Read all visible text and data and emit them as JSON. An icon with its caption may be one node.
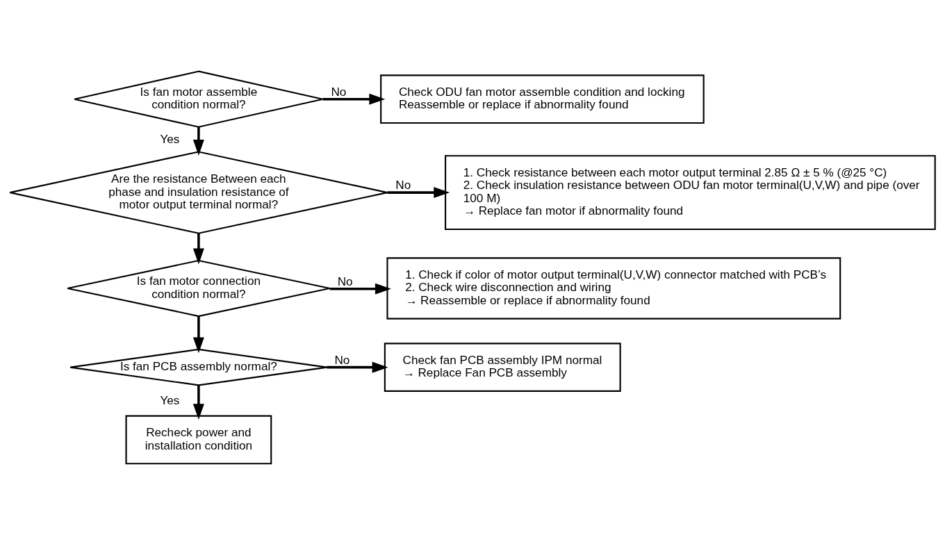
{
  "diagram": {
    "nodes": [
      {
        "text": [
          "Is fan motor assemble condition normal?"
        ]
      },
      {
        "text": [
          "Check ODU fan motor assemble condition and locking",
          "Reassemble or replace if abnormality found"
        ]
      },
      {
        "text": [
          "Are the resistance Between each phase and insulation resistance of motor output terminal normal?"
        ]
      },
      {
        "text": [
          "1. Check resistance between each motor output terminal 2.85 Ω ± 5 % (@25 °C)",
          "2. Check insulation resistance between ODU fan motor terminal(U,V,W) and pipe (over 100 M)",
          "→ Replace fan motor if abnormality found"
        ]
      },
      {
        "text": [
          "Is fan motor connection condition normal?"
        ]
      },
      {
        "text": [
          "1. Check if color of motor output terminal(U,V,W) connector matched with PCB’s",
          "2. Check wire disconnection and wiring",
          "→ Reassemble or replace if abnormality found"
        ]
      },
      {
        "text": [
          "Is fan PCB assembly normal?"
        ]
      },
      {
        "text": [
          "Check fan PCB assembly IPM normal",
          "→ Replace Fan PCB assembly"
        ]
      },
      {
        "text": [
          "Recheck power and installation condition"
        ]
      }
    ],
    "edges": [
      {
        "from": 0,
        "to": 1,
        "arrow": "to",
        "label": "No"
      },
      {
        "from": 0,
        "to": 2,
        "arrow": "to",
        "label": "Yes"
      },
      {
        "from": 2,
        "to": 3,
        "arrow": "to",
        "label": "No"
      },
      {
        "from": 2,
        "to": 4,
        "arrow": "to"
      },
      {
        "from": 4,
        "to": 5,
        "arrow": "to",
        "label": "No"
      },
      {
        "from": 4,
        "to": 6,
        "arrow": "to"
      },
      {
        "from": 6,
        "to": 7,
        "arrow": "to",
        "label": "No"
      },
      {
        "from": 6,
        "to": 8,
        "arrow": "to",
        "label": "Yes"
      }
    ]
  }
}
